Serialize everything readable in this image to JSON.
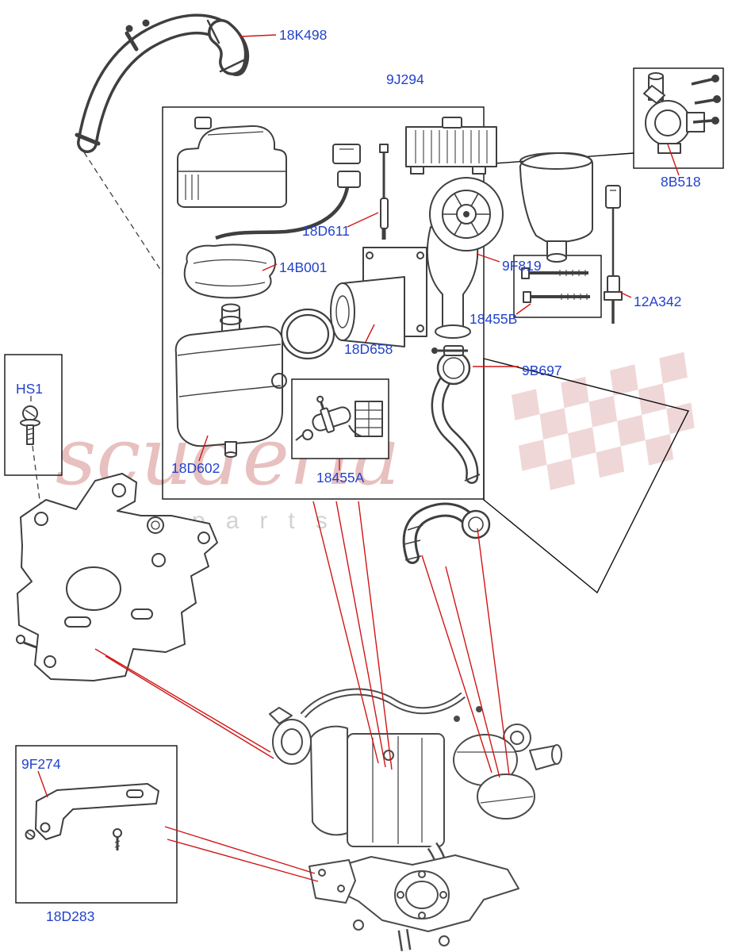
{
  "brand": {
    "name": "scuderia",
    "tagline": "car parts"
  },
  "labels": {
    "hose": "18K498",
    "heater_kit": "9J294",
    "aux_pump": "8B518",
    "glow_plug": "18D611",
    "insulation_cover": "14B001",
    "blower": "9F819",
    "bolt_kit": "18455B",
    "temp_sensor": "12A342",
    "combustion_tube": "18D658",
    "clamp": "9B697",
    "fastener": "HS1",
    "heater_body": "18D602",
    "fuel_pump_kit": "18455A",
    "support_bracket": "9F274",
    "mounting_plate": "18D283"
  },
  "colors": {
    "part_number_blue": "#2342cb",
    "leader_line_red": "#d01616",
    "artwork_gray": "#3f3f3f",
    "box_black": "#111111",
    "watermark_text_red": "#c96a6a",
    "watermark_checker_pink": "#e4b6b6",
    "watermark_tagline_gray": "#bfbfbf"
  }
}
